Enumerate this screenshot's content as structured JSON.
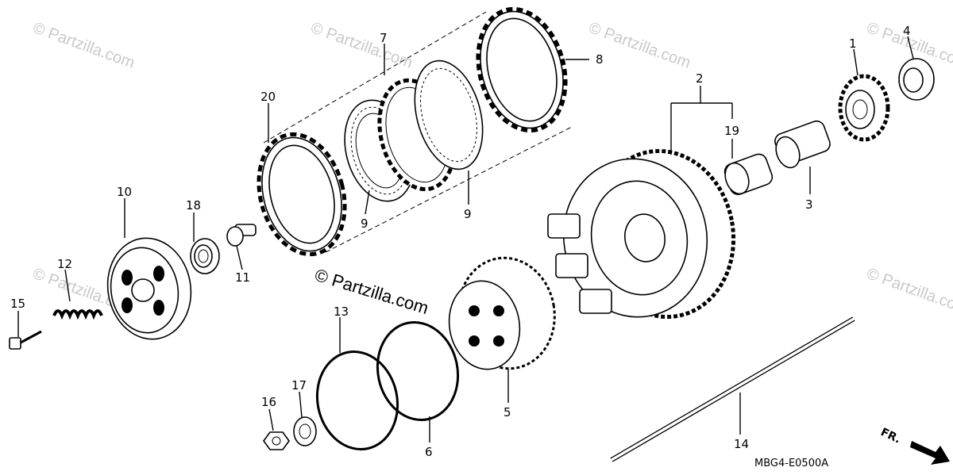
{
  "diagram": {
    "labels": {
      "p1": "1",
      "p2": "2",
      "p3": "3",
      "p4": "4",
      "p5": "5",
      "p6": "6",
      "p7": "7",
      "p8": "8",
      "p9a": "9",
      "p9b": "9",
      "p10": "10",
      "p11": "11",
      "p12": "12",
      "p13": "13",
      "p14": "14",
      "p15": "15",
      "p16": "16",
      "p17": "17",
      "p18": "18",
      "p19": "19",
      "p20": "20"
    },
    "drawing_code": "MBG4-E0500A",
    "direction_marker": "FR.",
    "watermark_main": "© Partzilla.com",
    "watermark_faint": "© Partzilla.com"
  }
}
